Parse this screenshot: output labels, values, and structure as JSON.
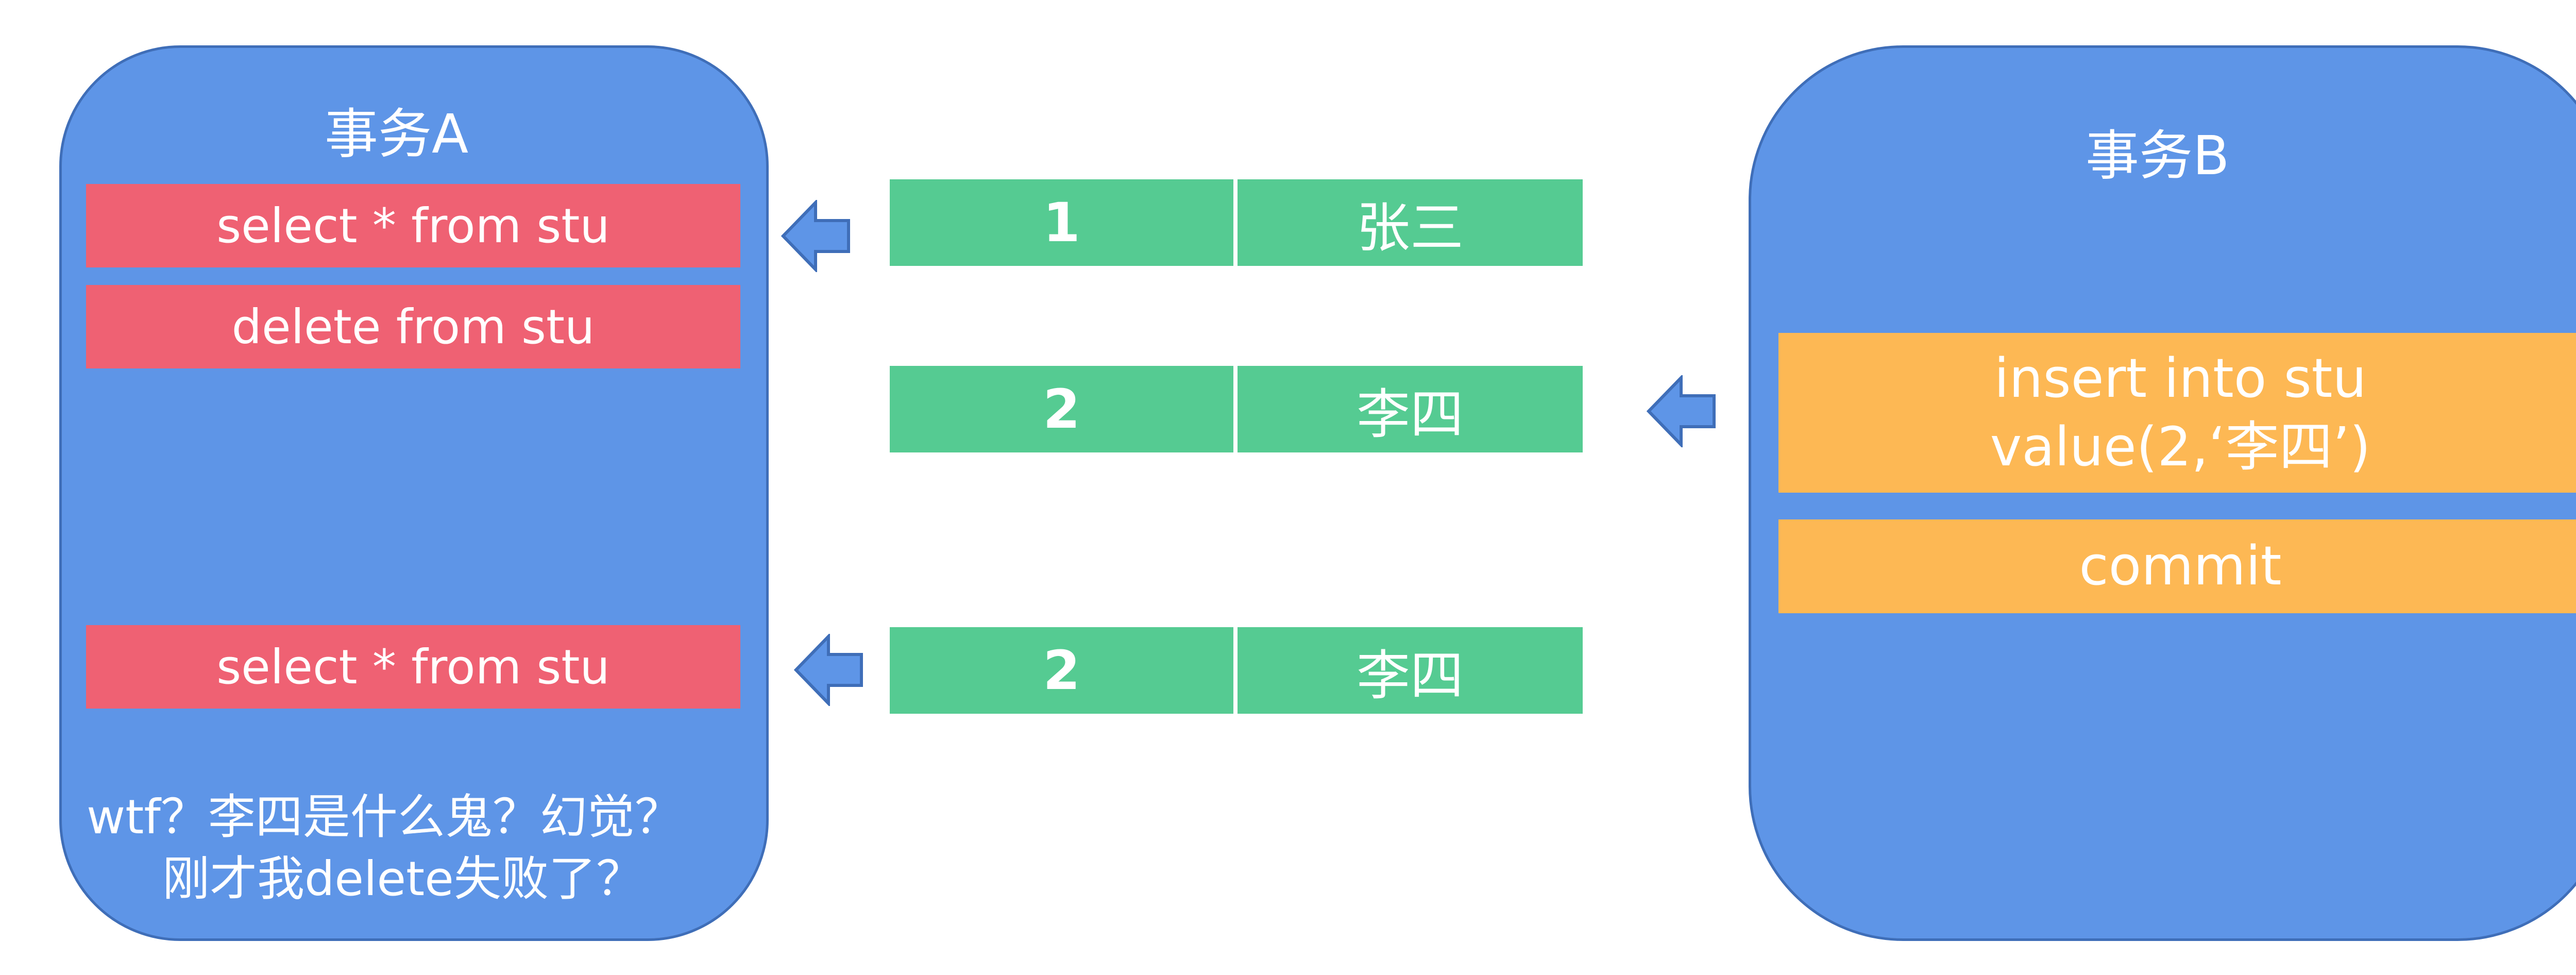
{
  "transaction_a": {
    "title": "事务A",
    "statements": {
      "first_select": "select * from stu",
      "delete": "delete from stu",
      "second_select": "select * from stu"
    },
    "note": {
      "line1": "wtf？李四是什么鬼？幻觉？",
      "line2": "刚才我delete失败了？"
    }
  },
  "transaction_b": {
    "title": "事务B",
    "insert": {
      "line1": "insert into stu",
      "line2": "value(2,‘李四’)"
    },
    "commit": "commit"
  },
  "rows": [
    {
      "id": "1",
      "name": "张三"
    },
    {
      "id": "2",
      "name": "李四"
    },
    {
      "id": "2",
      "name": "李四"
    }
  ],
  "colors": {
    "panel": "#5e95e7",
    "panel_border": "#3f6eb8",
    "sql_box": "#ef6173",
    "operation_box": "#fdb854",
    "row_cell": "#55cb92"
  }
}
